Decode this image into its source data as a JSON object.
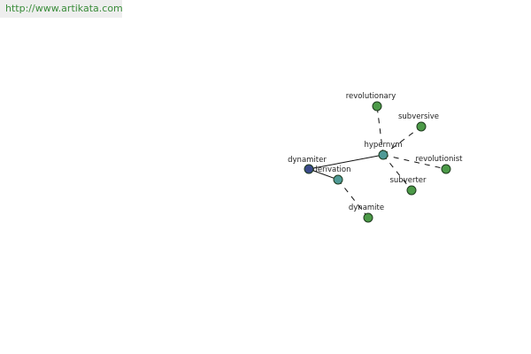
{
  "banner": {
    "url_text": "http://www.artikata.com"
  },
  "colors": {
    "center_node": "#3a4a8a",
    "hub_node": "#4f9a96",
    "leaf_node": "#4c9a48",
    "node_stroke": "#1e3a1e",
    "edge": "#111111",
    "banner_text": "#3a8c3a",
    "banner_bg": "#eeeeee"
  },
  "graph": {
    "nodes": [
      {
        "id": "dynamiter",
        "label": "dynamiter",
        "kind": "center"
      },
      {
        "id": "hypernym",
        "label": "hypernym",
        "kind": "hub"
      },
      {
        "id": "derivation",
        "label": "derivation",
        "kind": "hub"
      },
      {
        "id": "revolutionary",
        "label": "revolutionary",
        "kind": "leaf"
      },
      {
        "id": "subversive",
        "label": "subversive",
        "kind": "leaf"
      },
      {
        "id": "revolutionist",
        "label": "revolutionist",
        "kind": "leaf"
      },
      {
        "id": "subverter",
        "label": "subverter",
        "kind": "leaf"
      },
      {
        "id": "dynamite",
        "label": "dynamite",
        "kind": "leaf"
      }
    ],
    "edges": [
      {
        "from": "dynamiter",
        "to": "hypernym",
        "style": "solid"
      },
      {
        "from": "dynamiter",
        "to": "derivation",
        "style": "solid"
      },
      {
        "from": "hypernym",
        "to": "revolutionary",
        "style": "dashed"
      },
      {
        "from": "hypernym",
        "to": "subversive",
        "style": "dashed"
      },
      {
        "from": "hypernym",
        "to": "revolutionist",
        "style": "dashed"
      },
      {
        "from": "hypernym",
        "to": "subverter",
        "style": "dashed"
      },
      {
        "from": "derivation",
        "to": "dynamite",
        "style": "dashed"
      }
    ]
  }
}
